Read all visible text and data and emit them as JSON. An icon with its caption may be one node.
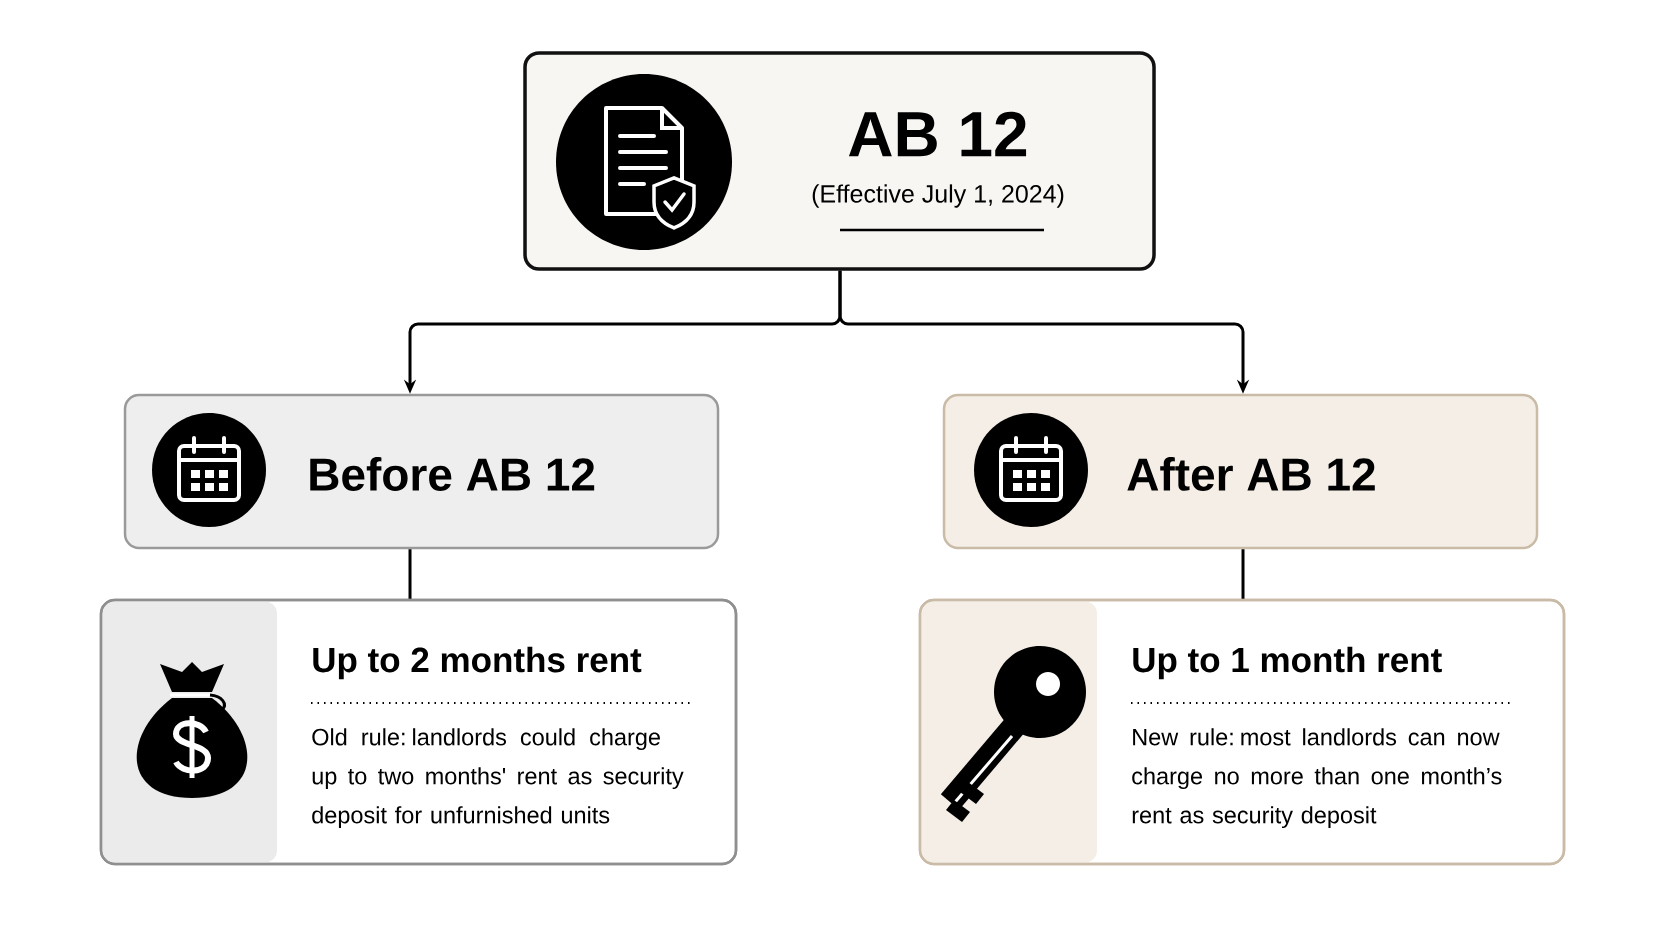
{
  "diagram": {
    "nodes": [
      {
        "text": [
          "AB 12",
          "(Effective July 1, 2024)"
        ]
      },
      {
        "text": [
          "Before AB 12"
        ]
      },
      {
        "text": [
          "After AB 12"
        ]
      },
      {
        "text": [
          "Up to 2 months rent",
          "Old rule: landlords could charge up to two months' rent as security deposit for unfurnished units"
        ]
      },
      {
        "text": [
          "Up to 1 month rent",
          "New rule: most landlords can now charge no more than one month’s rent as security deposit"
        ]
      }
    ],
    "edges": [
      {
        "from": 0,
        "to": 1,
        "arrow": "to"
      },
      {
        "from": 0,
        "to": 2,
        "arrow": "to"
      },
      {
        "from": 1,
        "to": 3,
        "arrow": "none"
      },
      {
        "from": 2,
        "to": 4,
        "arrow": "none"
      }
    ]
  }
}
